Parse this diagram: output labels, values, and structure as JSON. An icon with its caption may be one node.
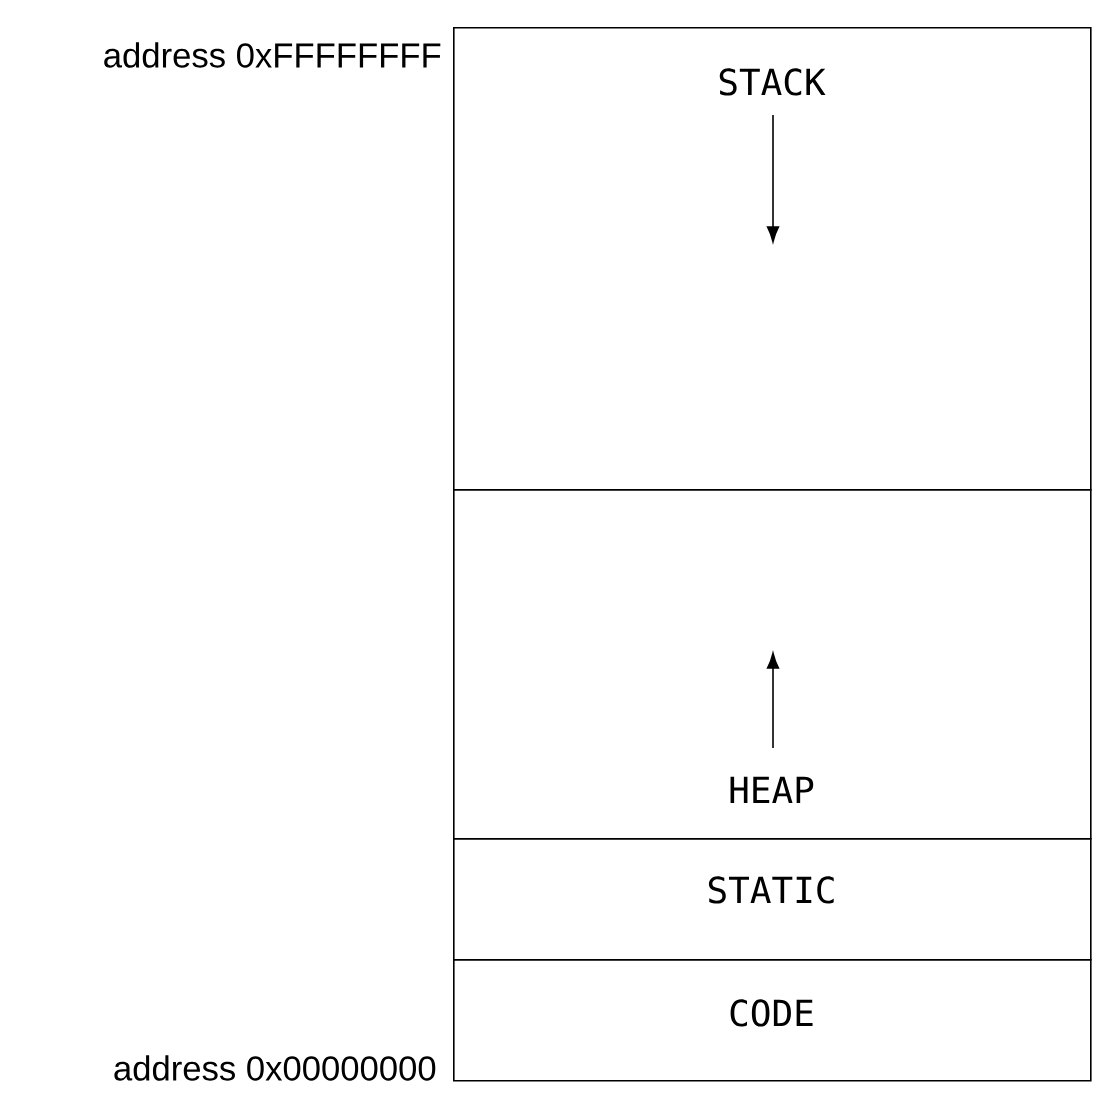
{
  "diagram": {
    "nodes": [
      {
        "text": [
          "STACK"
        ]
      },
      {
        "text": [
          "HEAP"
        ]
      },
      {
        "text": [
          "STATIC"
        ]
      },
      {
        "text": [
          "CODE"
        ]
      }
    ],
    "labels": [
      "address 0xFFFFFFFF",
      "address 0x00000000"
    ]
  }
}
